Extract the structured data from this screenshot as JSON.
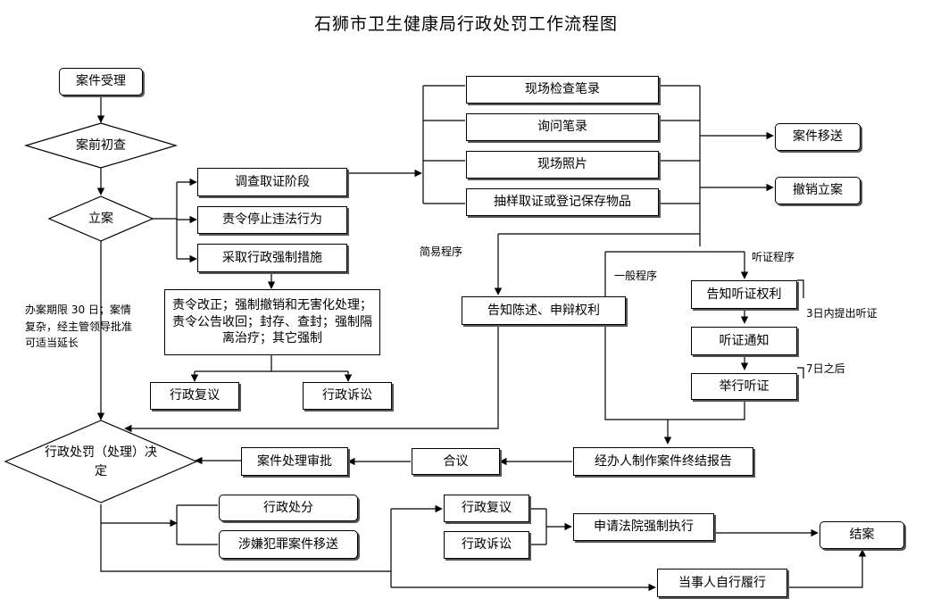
{
  "title": "石狮市卫生健康局行政处罚工作流程图",
  "nodes": {
    "case_accept": "案件受理",
    "pre_check": "案前初查",
    "filing": "立案",
    "investigation": "调查取证阶段",
    "order_stop": "责令停止违法行为",
    "coercive_measures": "采取行政强制措施",
    "measures_detail": "责令改正；强制撤销和无害化处理；责令公告收回；封存、查封；强制隔离治疗；其它强制",
    "admin_review_1": "行政复议",
    "admin_litigation_1": "行政诉讼",
    "site_record": "现场检查笔录",
    "inquiry_record": "询问笔录",
    "site_photo": "现场照片",
    "sampling": "抽样取证或登记保存物品",
    "case_transfer": "案件移送",
    "revoke_case": "撤销立案",
    "notify_defense": "告知陈述、申辩权利",
    "notify_hearing": "告知听证权利",
    "hearing_notice": "听证通知",
    "hold_hearing": "举行听证",
    "final_report": "经办人制作案件终结报告",
    "collective_discussion": "合议",
    "approval": "案件处理审批",
    "penalty_decision": "行政处罚（处理）决定",
    "admin_sanction": "行政处分",
    "crime_transfer": "涉嫌犯罪案件移送",
    "admin_review_2": "行政复议",
    "admin_litigation_2": "行政诉讼",
    "court_enforce": "申请法院强制执行",
    "party_perform": "当事人自行履行",
    "close_case": "结案"
  },
  "labels": {
    "simple_procedure": "简易程序",
    "general_procedure": "一般程序",
    "hearing_procedure": "听证程序",
    "hearing_3days": "3日内提出听证",
    "hearing_7days": "7日之后",
    "time_limit": "办案期限 30 日；案情复杂，经主管领导批准可适当延长"
  }
}
